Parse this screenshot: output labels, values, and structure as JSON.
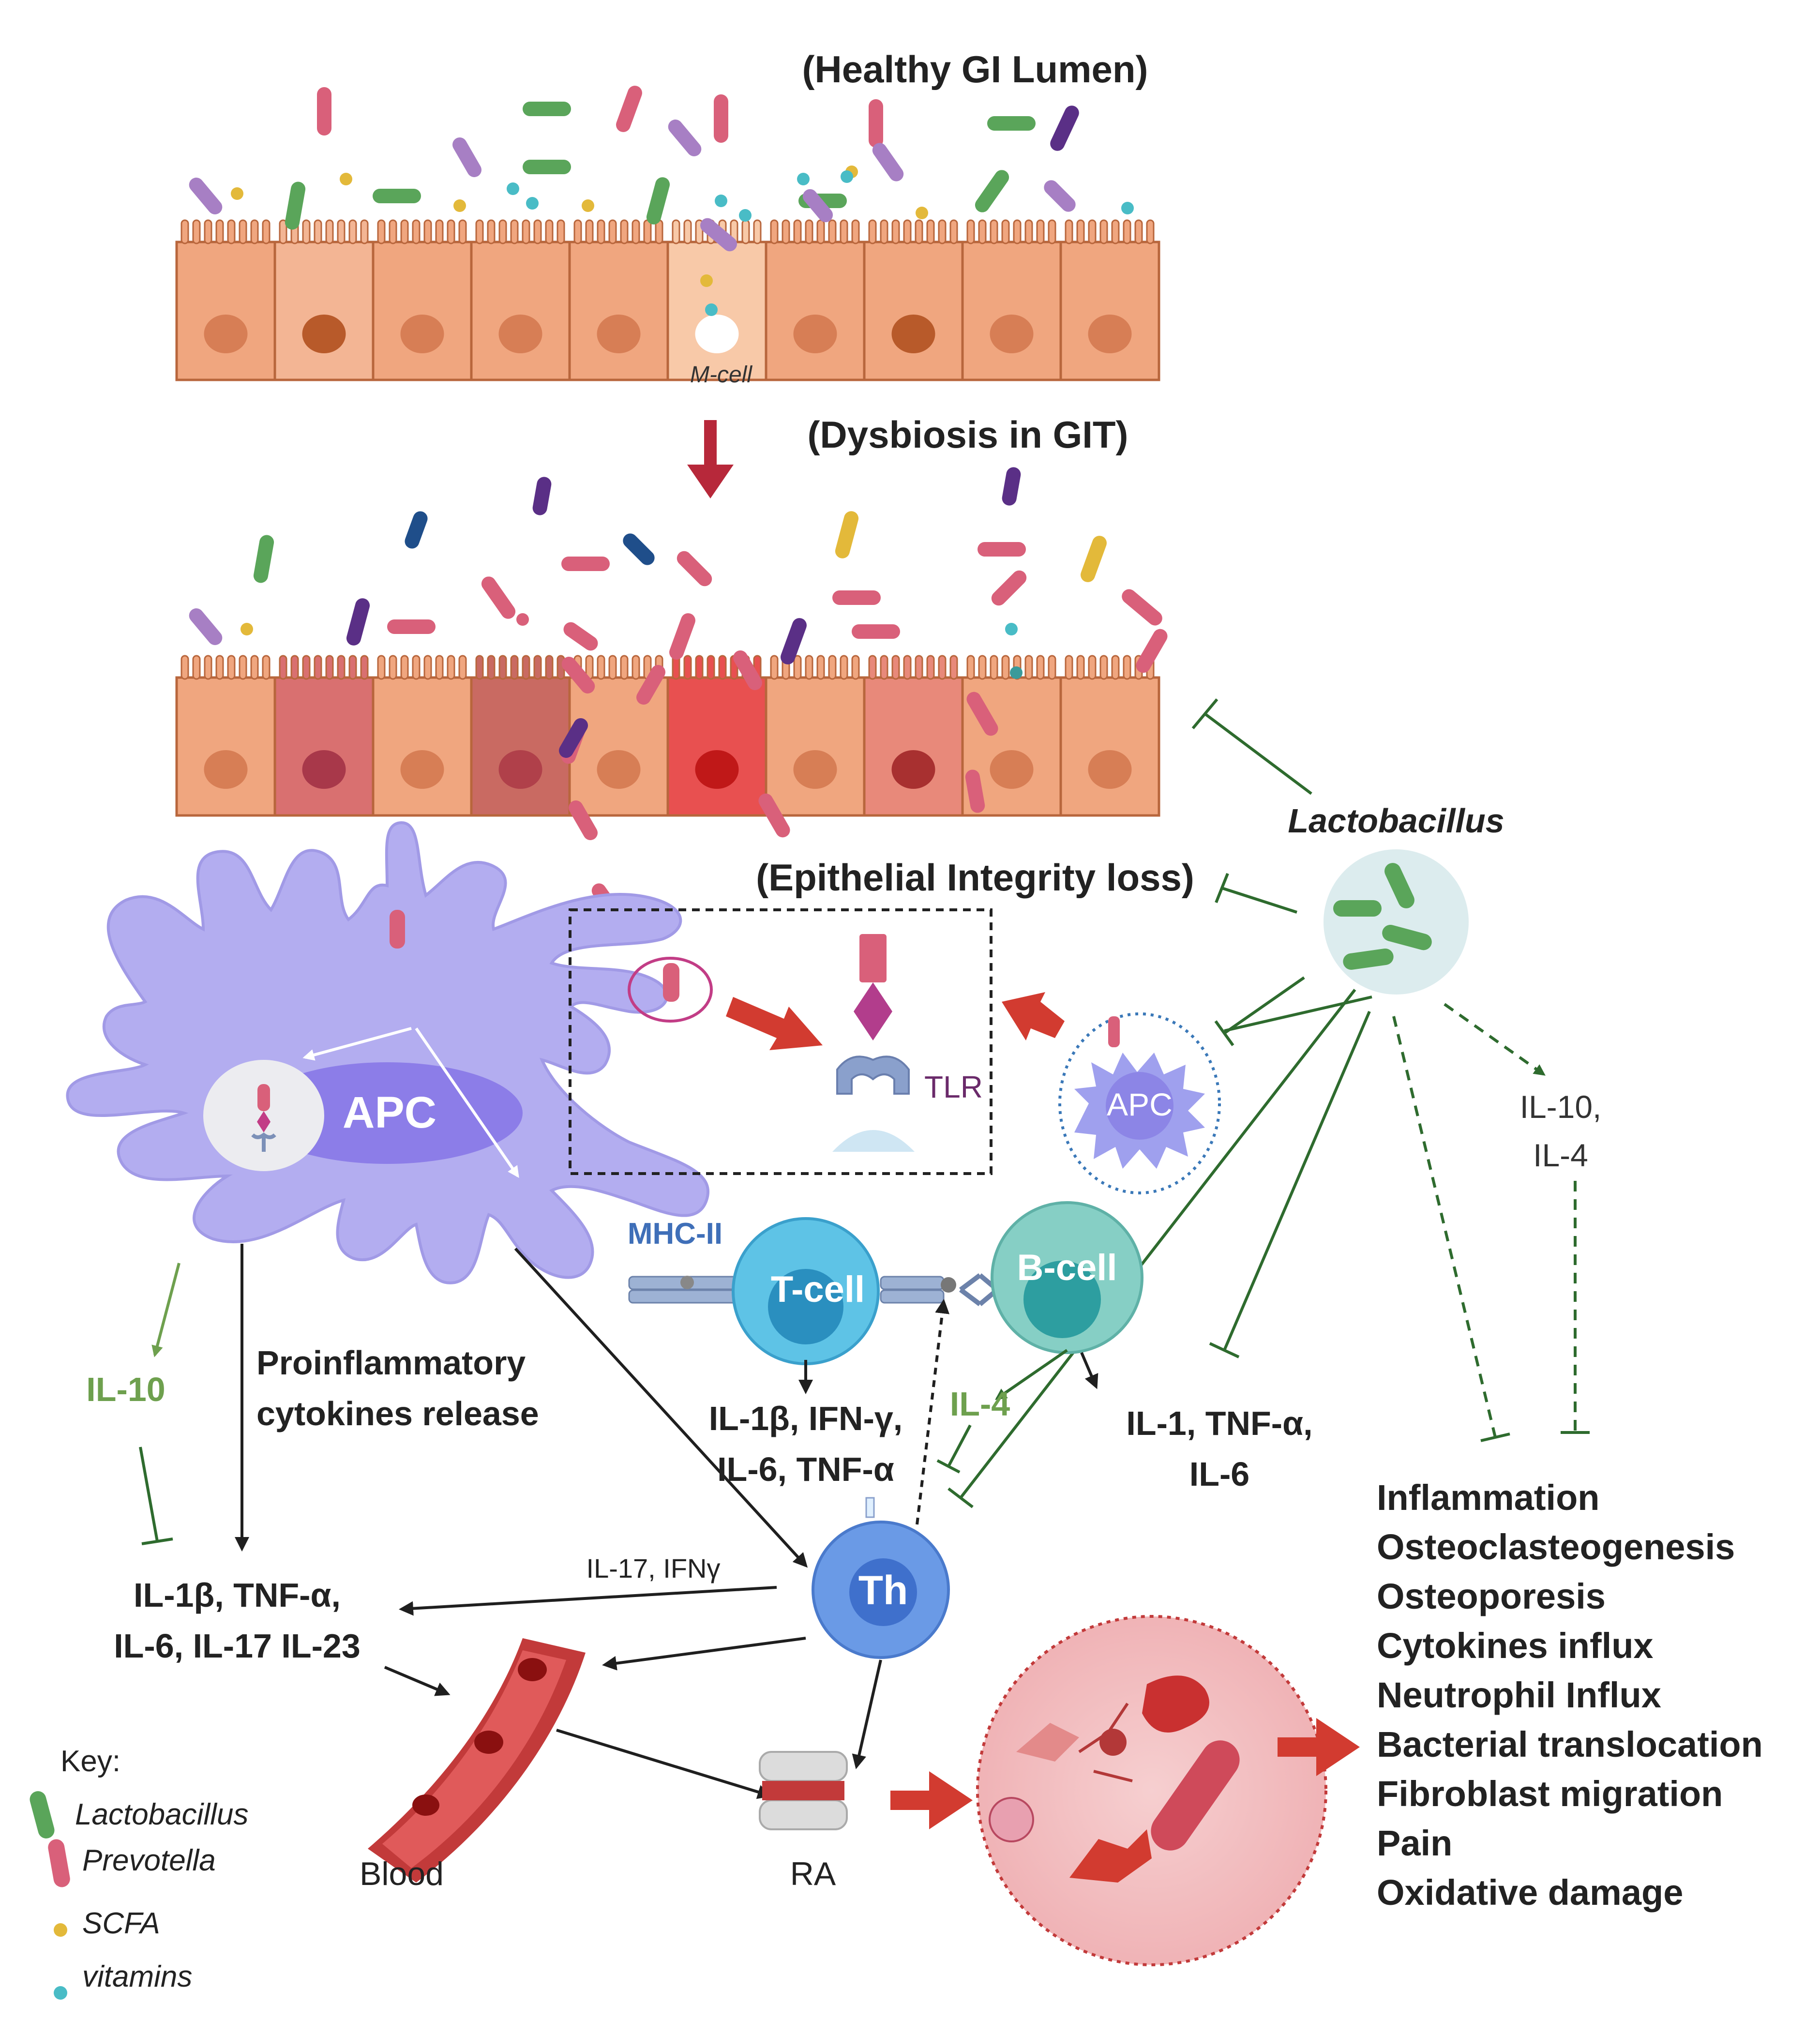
{
  "title_healthy": "(Healthy GI Lumen)",
  "title_dysbiosis": "(Dysbiosis in GIT)",
  "title_epithelial": "(Epithelial Integrity loss)",
  "m_cell": "M-cell",
  "lactobacillus": "Lactobacillus",
  "apc_main": "APC",
  "apc_small": "APC",
  "tlr": "TLR",
  "mhc2": "MHC-II",
  "tcell": "T-cell",
  "bcell": "B-cell",
  "th": "Th",
  "il10_right": [
    "IL-10,",
    "IL-4"
  ],
  "il10_left": "IL-10",
  "proinflam": [
    "Proinflammatory",
    "cytokines release"
  ],
  "tcell_cytokines": [
    "IL-1β, IFN-γ,",
    "IL-6, TNF-α"
  ],
  "il4": "IL-4",
  "bcell_cytokines": [
    "IL-1, TNF-α,",
    "IL-6"
  ],
  "il17_ifn": "IL-17, IFNγ",
  "blood_cytokines": [
    "IL-1β, TNF-α,",
    "IL-6, IL-17 IL-23"
  ],
  "blood": "Blood",
  "ra": "RA",
  "outcomes": [
    "Inflammation",
    "Osteoclasteogenesis",
    "Osteoporesis",
    "Cytokines influx",
    "Neutrophil Influx",
    "Bacterial translocation",
    "Fibroblast migration",
    "Pain",
    "Oxidative damage"
  ],
  "key": {
    "title": "Key:",
    "items": [
      {
        "label": "Lactobacillus",
        "icon": "rod-bacterium-icon",
        "color": "#5aa55a"
      },
      {
        "label": "Prevotella",
        "icon": "rod-bacterium-icon",
        "color": "#d9607a"
      },
      {
        "label": "SCFA",
        "icon": "dot-icon",
        "color": "#e3b93a"
      },
      {
        "label": "vitamins",
        "icon": "dot-icon",
        "color": "#49bcc6"
      }
    ]
  },
  "colors": {
    "epithelium": "#f0a67f",
    "epithelium_border": "#b8663c",
    "apc": "#b3adf0",
    "inhibit_green": "#2e6b2e",
    "il10_text": "#6ea04e",
    "mhc_text": "#3f6fb8",
    "tlr_text": "#6a2a6a",
    "red_arrow": "#d23b30"
  }
}
